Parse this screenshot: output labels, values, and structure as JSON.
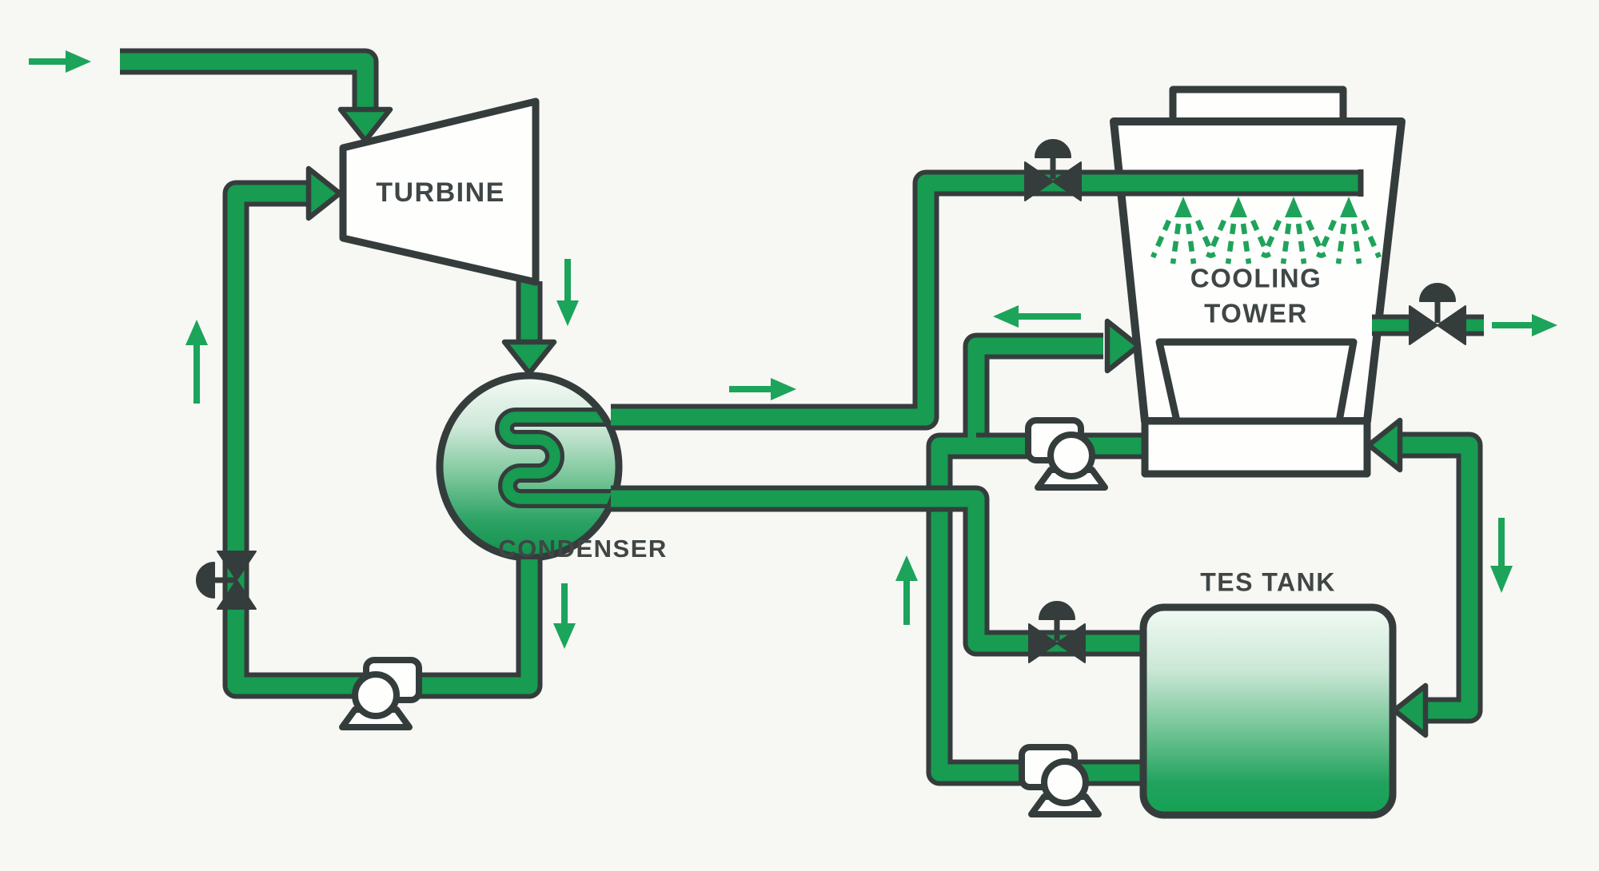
{
  "diagram": {
    "labels": {
      "turbine": "TURBINE",
      "condenser": "CONDENSER",
      "cooling_tower_line1": "COOLING",
      "cooling_tower_line2": "TOWER",
      "tes_tank": "TES TANK"
    },
    "colors": {
      "background": "#F7F7F4",
      "pipe_green": "#179C52",
      "arrow_green": "#1CA45A",
      "spray_green": "#1FA35B",
      "outline_dark": "#353D3C",
      "label_dark": "#3F4645",
      "component_fill": "#FEFEFD"
    },
    "gradients": {
      "condenser": [
        "#F4FAF6",
        "#CFE8D9",
        "#7CC79B",
        "#2BA264",
        "#12914B"
      ],
      "tank": [
        "#F2FAF4",
        "#CBE7D6",
        "#6FC393",
        "#21A25D",
        "#14A254"
      ]
    },
    "components": [
      {
        "name": "steam-inlet-arrow",
        "type": "flow-arrow"
      },
      {
        "name": "steam-inlet-pipe",
        "type": "pipe"
      },
      {
        "name": "turbine",
        "type": "equipment"
      },
      {
        "name": "turbine-exhaust-pipe",
        "type": "pipe"
      },
      {
        "name": "condenser",
        "type": "heat-exchanger"
      },
      {
        "name": "condenser-coil",
        "type": "tube-bundle"
      },
      {
        "name": "condensate-loop-pipe",
        "type": "pipe"
      },
      {
        "name": "condensate-valve",
        "type": "control-valve"
      },
      {
        "name": "condensate-pump",
        "type": "pump"
      },
      {
        "name": "hot-water-riser-pipe",
        "type": "pipe"
      },
      {
        "name": "tower-inlet-valve",
        "type": "control-valve"
      },
      {
        "name": "cooling-tower",
        "type": "equipment"
      },
      {
        "name": "fan-deck",
        "type": "equipment-part"
      },
      {
        "name": "spray-header",
        "type": "pipe"
      },
      {
        "name": "spray-nozzles",
        "type": "spray"
      },
      {
        "name": "tower-fill",
        "type": "equipment-part"
      },
      {
        "name": "tower-basin",
        "type": "equipment-part"
      },
      {
        "name": "tower-mid-inlet-pipe",
        "type": "pipe"
      },
      {
        "name": "basin-supply-pump",
        "type": "pump"
      },
      {
        "name": "tes-charge-pipe",
        "type": "pipe"
      },
      {
        "name": "tes-charge-valve",
        "type": "control-valve"
      },
      {
        "name": "tes-discharge-pump",
        "type": "pump"
      },
      {
        "name": "tes-tank",
        "type": "storage-tank"
      },
      {
        "name": "basin-return-pipe",
        "type": "pipe"
      },
      {
        "name": "blowdown-valve",
        "type": "control-valve"
      },
      {
        "name": "blowdown-outlet-arrow",
        "type": "flow-arrow"
      }
    ]
  }
}
